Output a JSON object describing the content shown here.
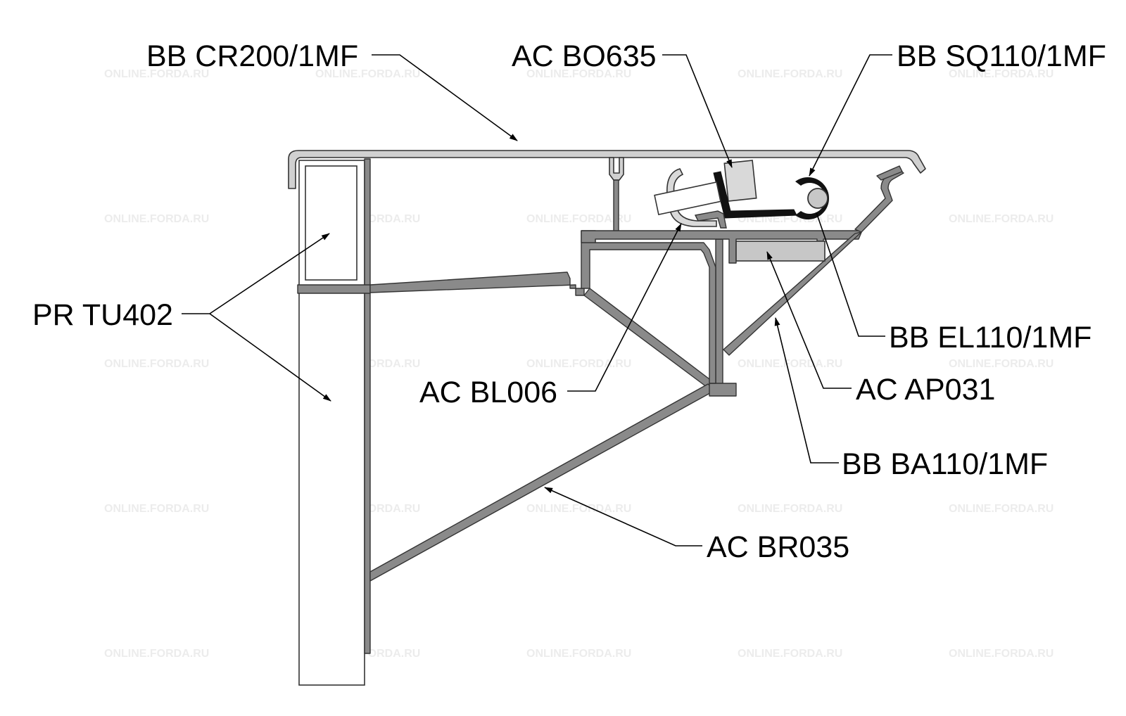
{
  "labels": {
    "bb_cr200": "BB CR200/1MF",
    "ac_bo635": "AC BO635",
    "bb_sq110": "BB SQ110/1MF",
    "pr_tu402": "PR TU402",
    "bb_el110": "BB EL110/1MF",
    "ac_bl006": "AC BL006",
    "ac_ap031": "AC AP031",
    "bb_ba110": "BB BA110/1MF",
    "ac_br035": "AC BR035"
  },
  "watermark": "ONLINE.FORDA.RU"
}
